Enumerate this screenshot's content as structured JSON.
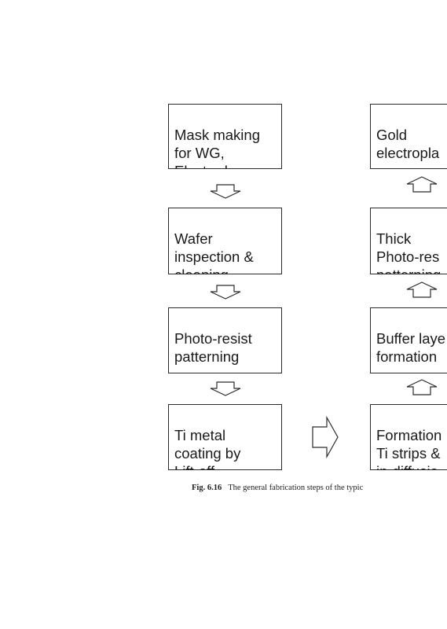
{
  "left_column": [
    {
      "id": "mask-making",
      "label": "Mask making\nfor WG,\nElectrodes"
    },
    {
      "id": "wafer-inspection",
      "label": "Wafer\ninspection &\ncleaning"
    },
    {
      "id": "photo-resist-patterning",
      "label": "Photo-resist\npatterning"
    },
    {
      "id": "ti-metal-coating",
      "label": "Ti metal\ncoating by\nLift-off"
    }
  ],
  "right_column": [
    {
      "id": "gold-electroplating",
      "label": "Gold\nelectropla"
    },
    {
      "id": "thick-photo-resist",
      "label": "Thick\nPhoto-res\npatterning"
    },
    {
      "id": "buffer-layer",
      "label": "Buffer laye\nformation"
    },
    {
      "id": "formation-ti-strips",
      "label": "Formation\nTi strips &\nin-diffusio"
    }
  ],
  "arrows": [
    {
      "from": "mask-making",
      "to": "wafer-inspection",
      "direction": "down"
    },
    {
      "from": "wafer-inspection",
      "to": "photo-resist-patterning",
      "direction": "down"
    },
    {
      "from": "photo-resist-patterning",
      "to": "ti-metal-coating",
      "direction": "down"
    },
    {
      "from": "ti-metal-coating",
      "to": "formation-ti-strips",
      "direction": "right"
    },
    {
      "from": "formation-ti-strips",
      "to": "buffer-layer",
      "direction": "up"
    },
    {
      "from": "buffer-layer",
      "to": "thick-photo-resist",
      "direction": "up"
    },
    {
      "from": "thick-photo-resist",
      "to": "gold-electroplating",
      "direction": "up"
    }
  ],
  "caption": {
    "fig_num": "Fig. 6.16",
    "text": "The general fabrication steps of the typic"
  },
  "colors": {
    "stroke": "#2b2b2b",
    "background": "#ffffff"
  }
}
